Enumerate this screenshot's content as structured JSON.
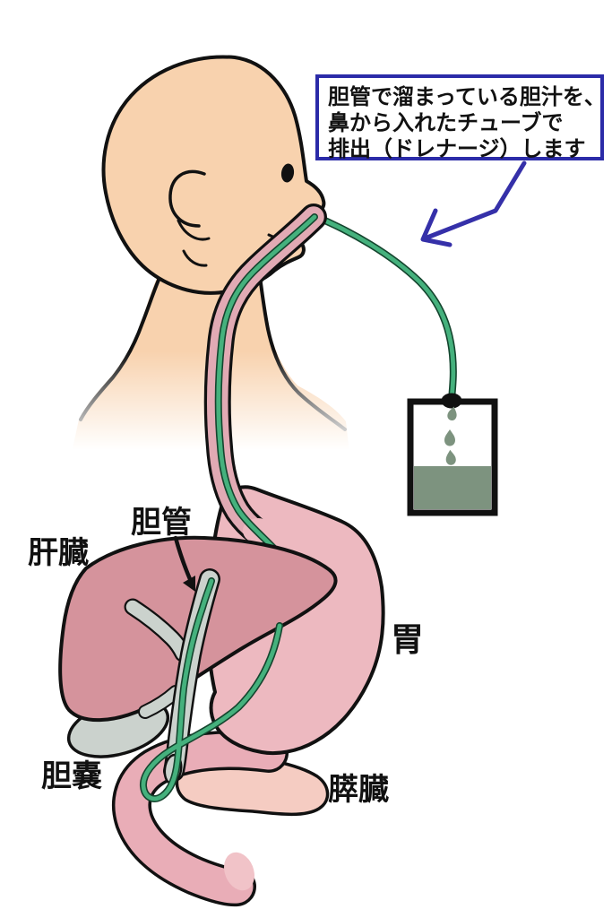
{
  "callout": {
    "lines": [
      "胆管で溜まっている胆汁を、",
      "鼻から入れたチューブで",
      "排出（ドレナージ）します"
    ],
    "border_color": "#2B2BA8",
    "arrow_color": "#3530A9"
  },
  "labels": {
    "liver": "肝臓",
    "bile_duct": "胆管",
    "gallbladder": "胆嚢",
    "stomach": "胃",
    "pancreas": "膵臓"
  },
  "drainage_bag": {
    "droplet_count": "3",
    "fill_level": "40%",
    "liquid_color": "#7D937F"
  },
  "colors": {
    "skin": "#F8D2AE",
    "outline": "#111111",
    "esophagus": "#E1AAB4",
    "stomach": "#EDB9C0",
    "duodenum": "#E9ADB7",
    "duodenum_cut": "#F1C3C8",
    "liver": "#D5939C",
    "pancreas": "#F5CCC2",
    "duct_gray": "#CBD2CD",
    "tube_green": "#45B17D",
    "tube_edge": "#14452E",
    "bag_liquid": "#7D937F",
    "callout_blue": "#2B2BA8",
    "arrow_blue": "#3530A9"
  }
}
